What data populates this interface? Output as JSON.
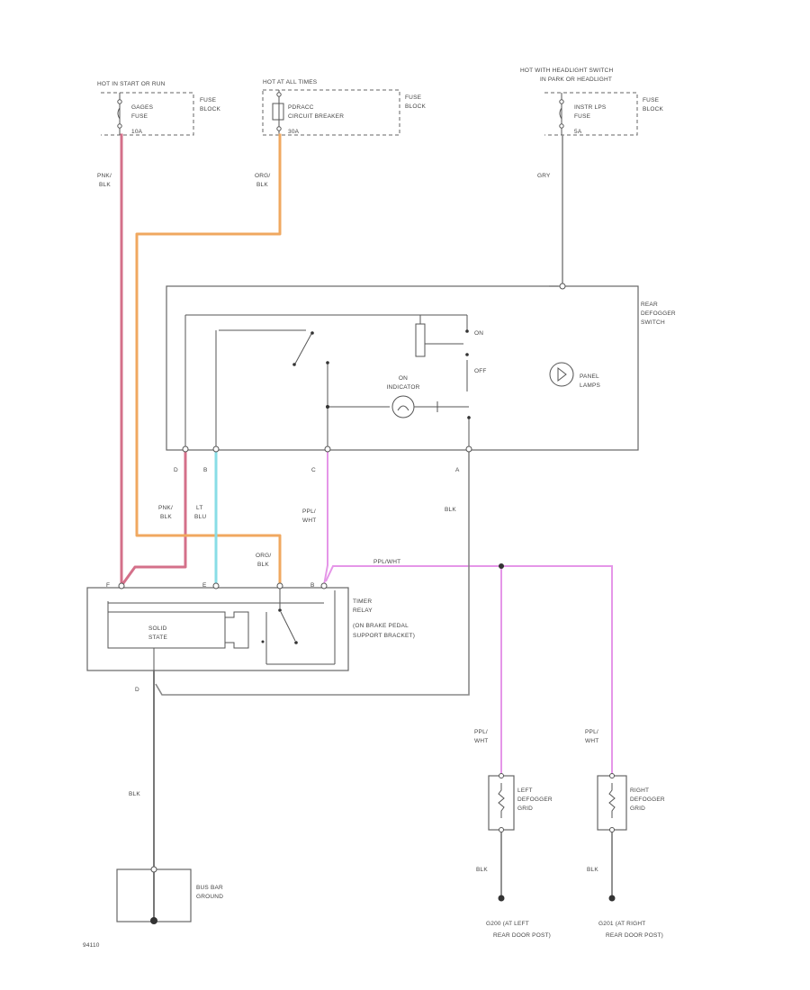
{
  "colors": {
    "pink_wire": "#d4708a",
    "orange_wire": "#f0a860",
    "gray_wire": "#888888",
    "blue_wire": "#88dde6",
    "ppl_wire": "#e596e8",
    "outline": "#666666"
  },
  "fuses": {
    "left": {
      "header": "HOT IN START OR RUN",
      "fuse_name": "GAGES",
      "fuse_word": "FUSE",
      "rating": "10A",
      "block": "FUSE BLOCK"
    },
    "mid": {
      "header": "HOT AT ALL TIMES",
      "fuse_name": "PDRACC",
      "fuse_word": "CIRCUIT BREAKER",
      "rating": "30A",
      "block": "FUSE BLOCK"
    },
    "right": {
      "header_line1": "HOT WITH HEADLIGHT SWITCH",
      "header_line2": "IN PARK OR HEADLIGHT",
      "fuse_name": "INSTR LPS",
      "fuse_word": "FUSE",
      "rating": "5A",
      "block": "FUSE BLOCK"
    }
  },
  "wires": {
    "pnk_blk_top": [
      "PNK/",
      "BLK"
    ],
    "ora_blk_top": [
      "ORG/",
      "BLK"
    ],
    "gry": "GRY",
    "pnk_blk_mid": [
      "PNK/",
      "BLK"
    ],
    "lt_blu": [
      "LT",
      "BLU"
    ],
    "ppl_wht_mid": [
      "PPL/",
      "WHT"
    ],
    "blk_right": "BLK",
    "ora_blk_relay": [
      "ORG/",
      "BLK"
    ],
    "ppl_wht_bus": "PPL/WHT",
    "blk_ground": "BLK",
    "ppl_wht_left": [
      "PPL/",
      "WHT"
    ],
    "ppl_wht_right": [
      "PPL/",
      "WHT"
    ],
    "blk_left_grid": "BLK",
    "blk_right_grid": "BLK"
  },
  "switch": {
    "title": [
      "REAR",
      "DEFOGGER",
      "SWITCH"
    ],
    "on": "ON",
    "off": "OFF",
    "indicator": [
      "ON",
      "INDICATOR"
    ],
    "panel_lamps": [
      "PANEL",
      "LAMPS"
    ],
    "pins": {
      "d": "D",
      "b": "B",
      "c": "C",
      "a": "A"
    }
  },
  "relay": {
    "title": [
      "TIMER",
      "RELAY",
      "(ON BRAKE PEDAL",
      "SUPPORT BRACKET)"
    ],
    "solid_state": [
      "SOLID",
      "STATE"
    ],
    "pins": {
      "f": "F",
      "e": "E",
      "b": "B"
    }
  },
  "ground_box": [
    "BUS BAR",
    "GROUND"
  ],
  "grids": {
    "left": [
      "LEFT",
      "DEFOGGER",
      "GRID"
    ],
    "right": [
      "RIGHT",
      "DEFOGGER",
      "GRID"
    ]
  },
  "ground_labels": {
    "left": [
      "G200  (AT LEFT",
      "REAR DOOR POST)"
    ],
    "right": [
      "G201  (AT RIGHT",
      "REAR DOOR POST)"
    ]
  },
  "figure_code": "94110"
}
